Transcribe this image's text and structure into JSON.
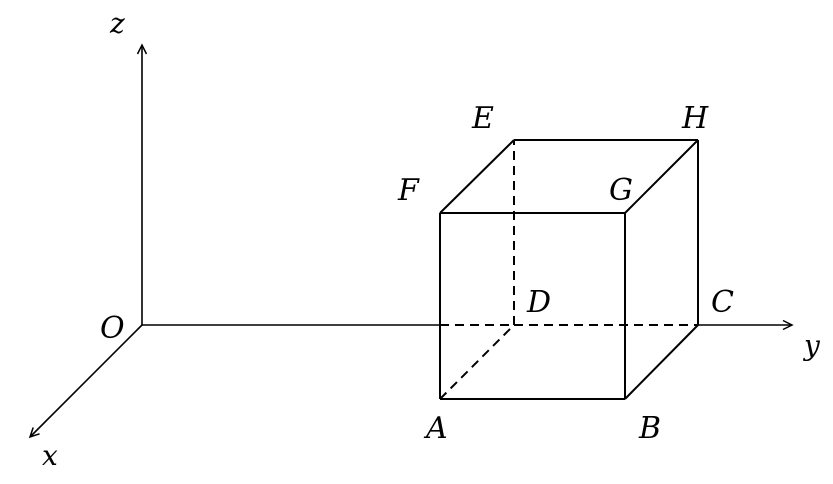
{
  "axes": {
    "z": "z",
    "y": "y",
    "x": "x",
    "origin": "O"
  },
  "vertices": {
    "A": "A",
    "B": "B",
    "C": "C",
    "D": "D",
    "E": "E",
    "F": "F",
    "G": "G",
    "H": "H"
  }
}
